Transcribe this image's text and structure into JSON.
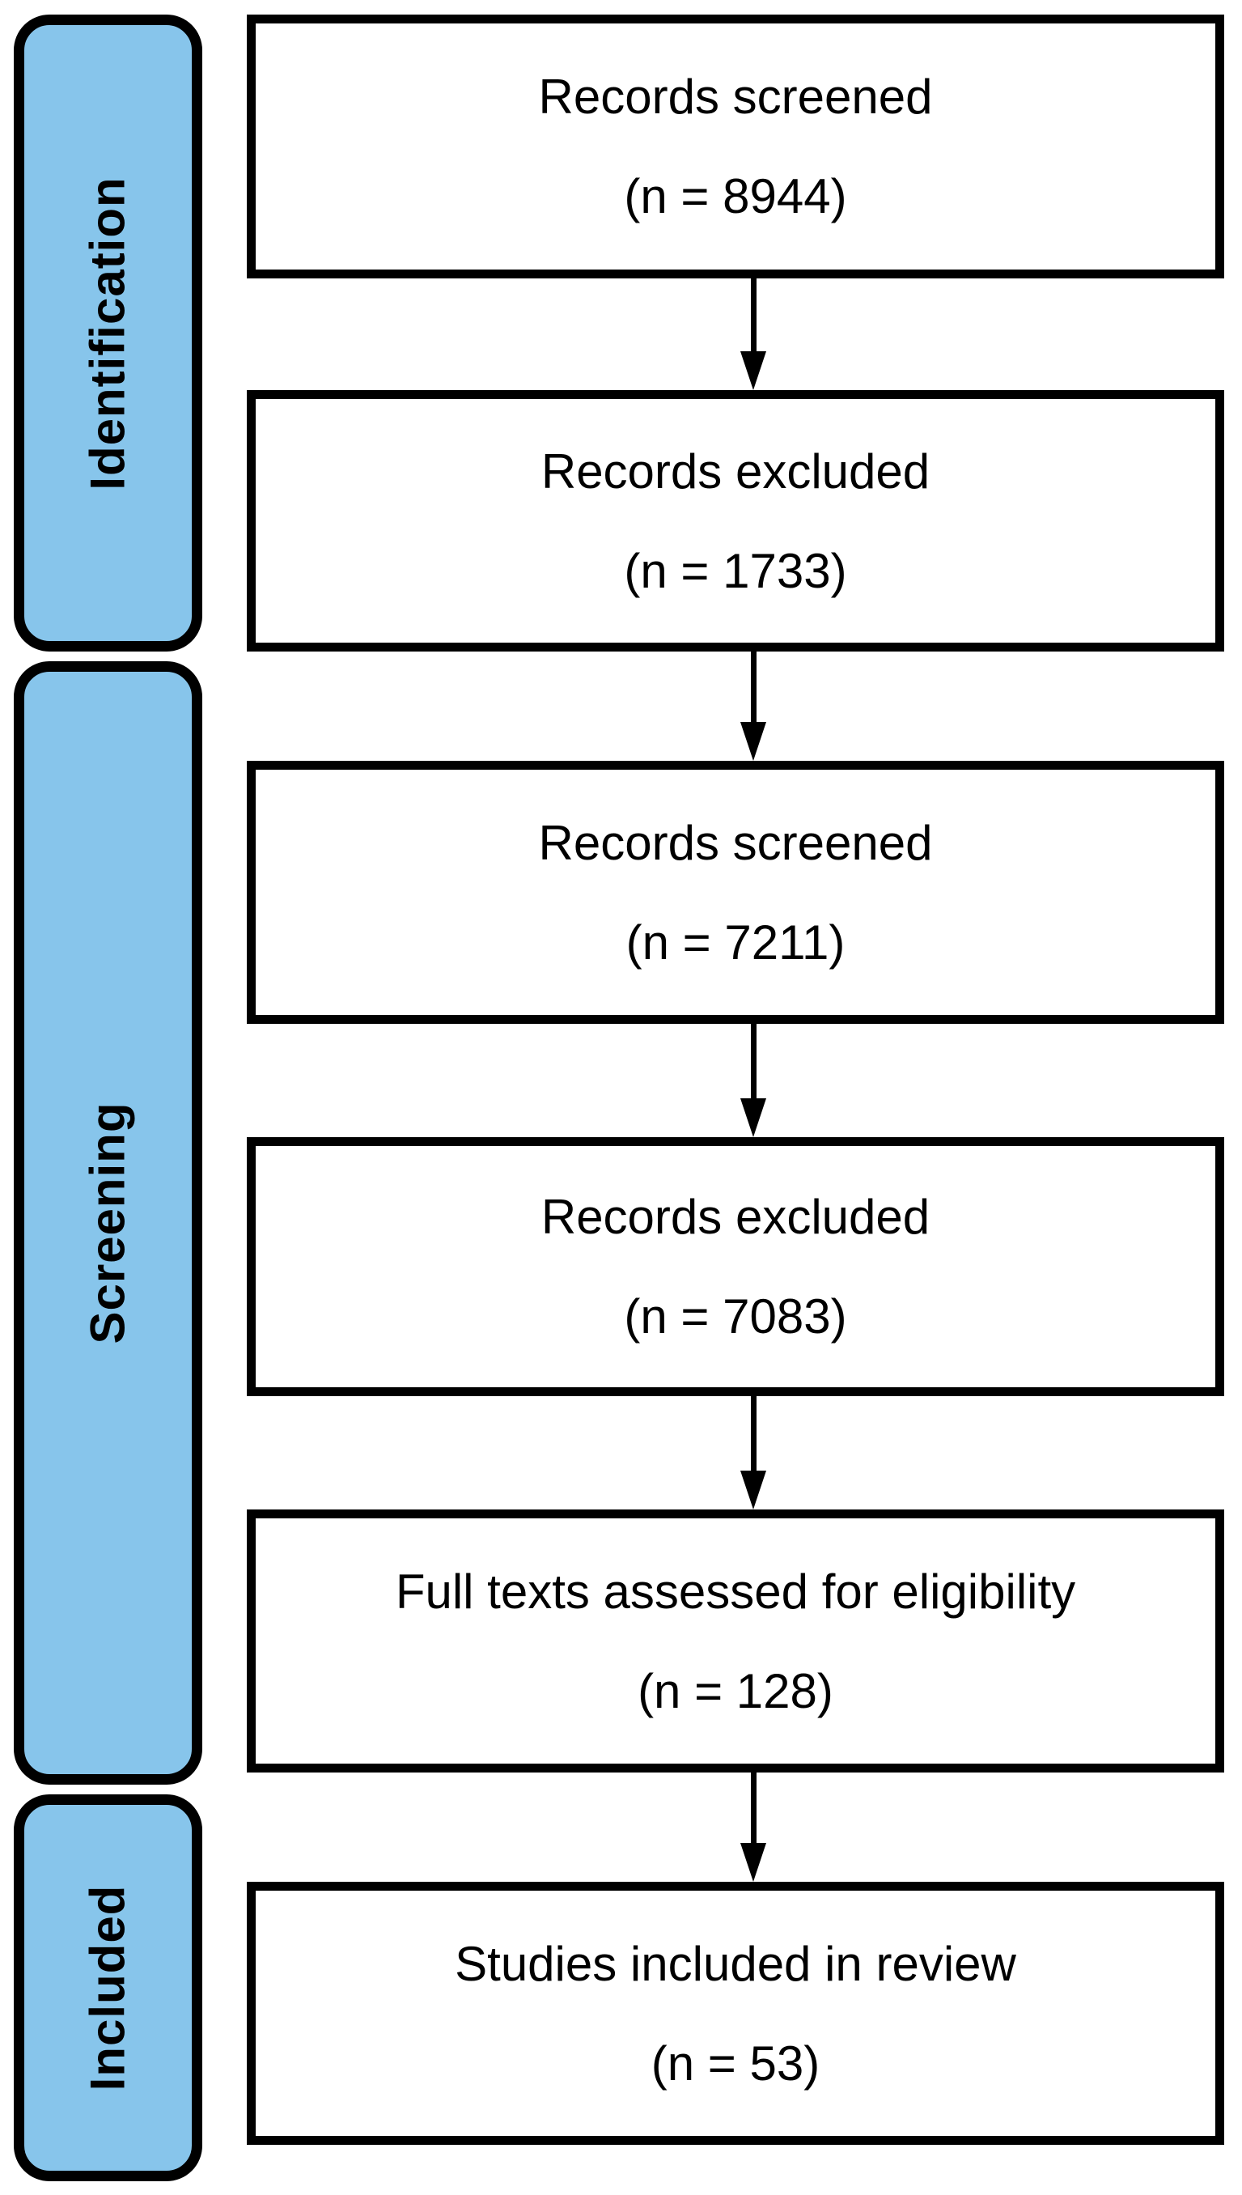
{
  "diagram": {
    "type": "prisma-flow-diagram",
    "accent_color": "#87c5eb",
    "border_color": "#000000",
    "background_color": "#ffffff"
  },
  "stages": [
    {
      "id": "identification",
      "label": "Identification"
    },
    {
      "id": "screening",
      "label": "Screening"
    },
    {
      "id": "included",
      "label": "Included"
    }
  ],
  "boxes": [
    {
      "id": "records-screened-1",
      "title": "Records screened",
      "count": "(n = 8944)",
      "stage": "identification"
    },
    {
      "id": "records-excluded-1",
      "title": "Records excluded",
      "count": "(n = 1733)",
      "stage": "identification"
    },
    {
      "id": "records-screened-2",
      "title": "Records screened",
      "count": "(n = 7211)",
      "stage": "screening"
    },
    {
      "id": "records-excluded-2",
      "title": "Records excluded",
      "count": "(n = 7083)",
      "stage": "screening"
    },
    {
      "id": "full-texts-assessed",
      "title": "Full texts assessed for eligibility",
      "count": "(n = 128)",
      "stage": "screening"
    },
    {
      "id": "studies-included",
      "title": "Studies included in review",
      "count": "(n = 53)",
      "stage": "included"
    }
  ],
  "arrows": [
    {
      "id": "arrow-1",
      "from": "records-screened-1",
      "to": "records-excluded-1"
    },
    {
      "id": "arrow-2",
      "from": "records-excluded-1",
      "to": "records-screened-2"
    },
    {
      "id": "arrow-3",
      "from": "records-screened-2",
      "to": "records-excluded-2"
    },
    {
      "id": "arrow-4",
      "from": "records-excluded-2",
      "to": "full-texts-assessed"
    },
    {
      "id": "arrow-5",
      "from": "full-texts-assessed",
      "to": "studies-included"
    }
  ]
}
